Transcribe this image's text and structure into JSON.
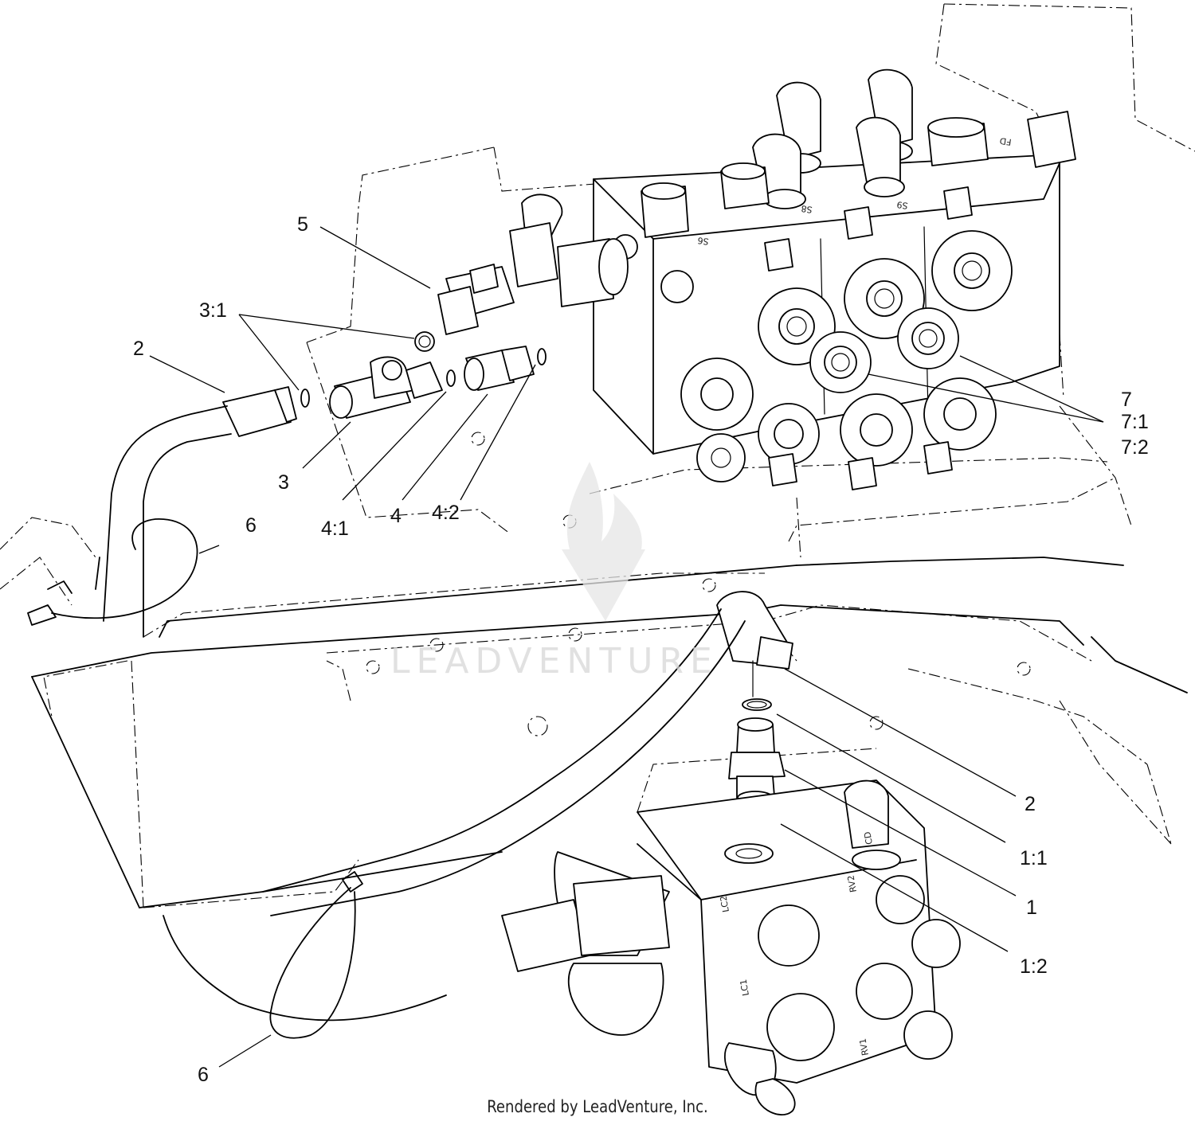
{
  "callouts": [
    {
      "id": "c5",
      "label": "5"
    },
    {
      "id": "c3_1",
      "label": "3:1"
    },
    {
      "id": "c2a",
      "label": "2"
    },
    {
      "id": "c3",
      "label": "3"
    },
    {
      "id": "c4_1",
      "label": "4:1"
    },
    {
      "id": "c4",
      "label": "4"
    },
    {
      "id": "c4_2",
      "label": "4:2"
    },
    {
      "id": "c6a",
      "label": "6"
    },
    {
      "id": "c7",
      "label": "7"
    },
    {
      "id": "c7_1",
      "label": "7:1"
    },
    {
      "id": "c7_2",
      "label": "7:2"
    },
    {
      "id": "c2b",
      "label": "2"
    },
    {
      "id": "c1_1",
      "label": "1:1"
    },
    {
      "id": "c1",
      "label": "1"
    },
    {
      "id": "c1_2",
      "label": "1:2"
    },
    {
      "id": "c6b",
      "label": "6"
    }
  ],
  "port_stamps": [
    "S6",
    "S8",
    "S9",
    "FD",
    "LC2",
    "LC1",
    "RV2",
    "RV1",
    "CD"
  ],
  "watermark": "LEADVENTURE",
  "credit": "Rendered by LeadVenture, Inc."
}
